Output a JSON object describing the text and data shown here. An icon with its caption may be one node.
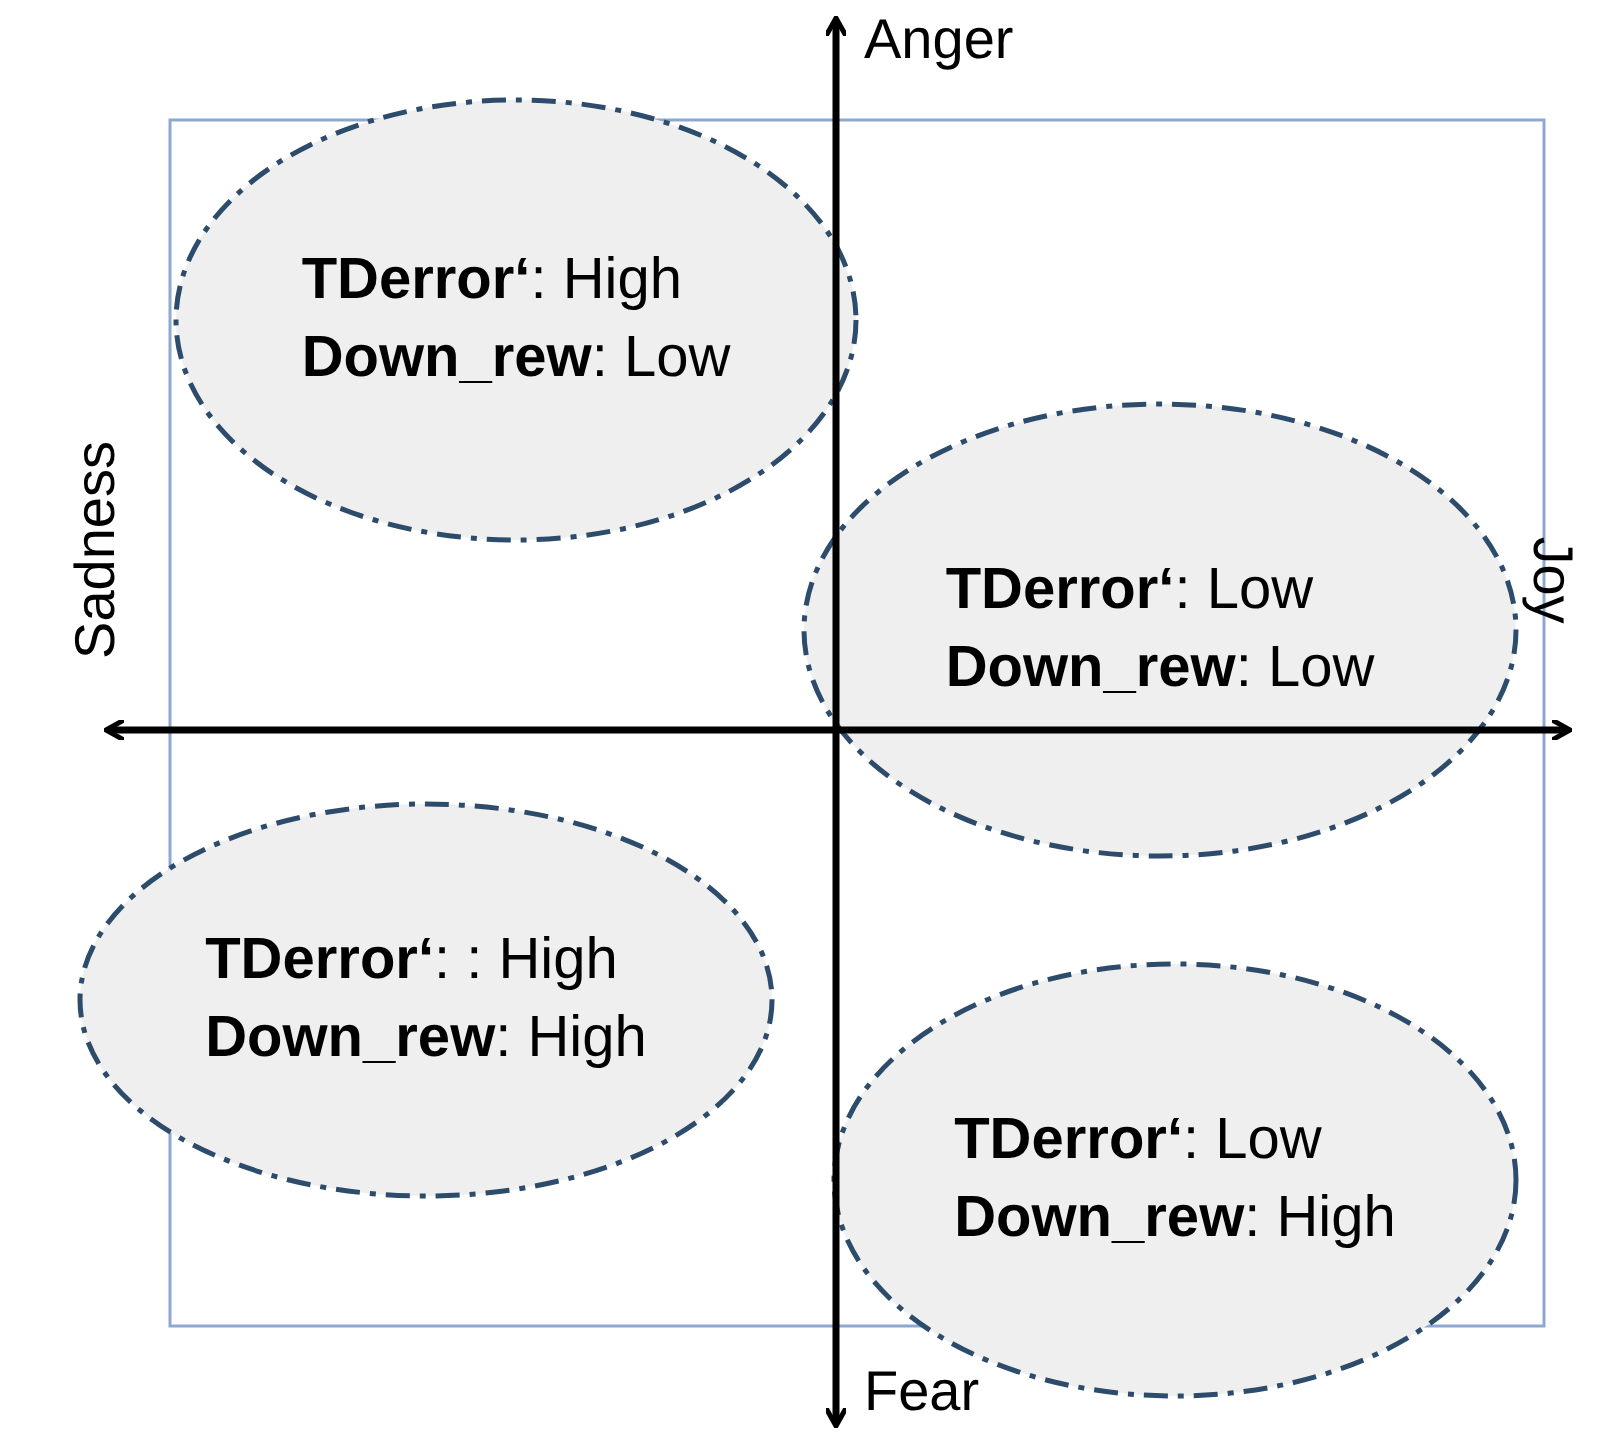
{
  "diagram": {
    "nodes": [
      {
        "text": [
          "**TDerror‘**: High",
          "**Down_rew**: Low"
        ]
      },
      {
        "text": [
          "**TDerror‘**: Low",
          "**Down_rew**: Low"
        ]
      },
      {
        "text": [
          "**TDerror‘**: : High",
          "**Down_rew**: High"
        ]
      },
      {
        "text": [
          "**TDerror‘**: Low",
          "**Down_rew**: High"
        ]
      }
    ],
    "edges": [],
    "labels": [
      "Anger",
      "Sadness",
      "Joy",
      "Fear"
    ]
  }
}
